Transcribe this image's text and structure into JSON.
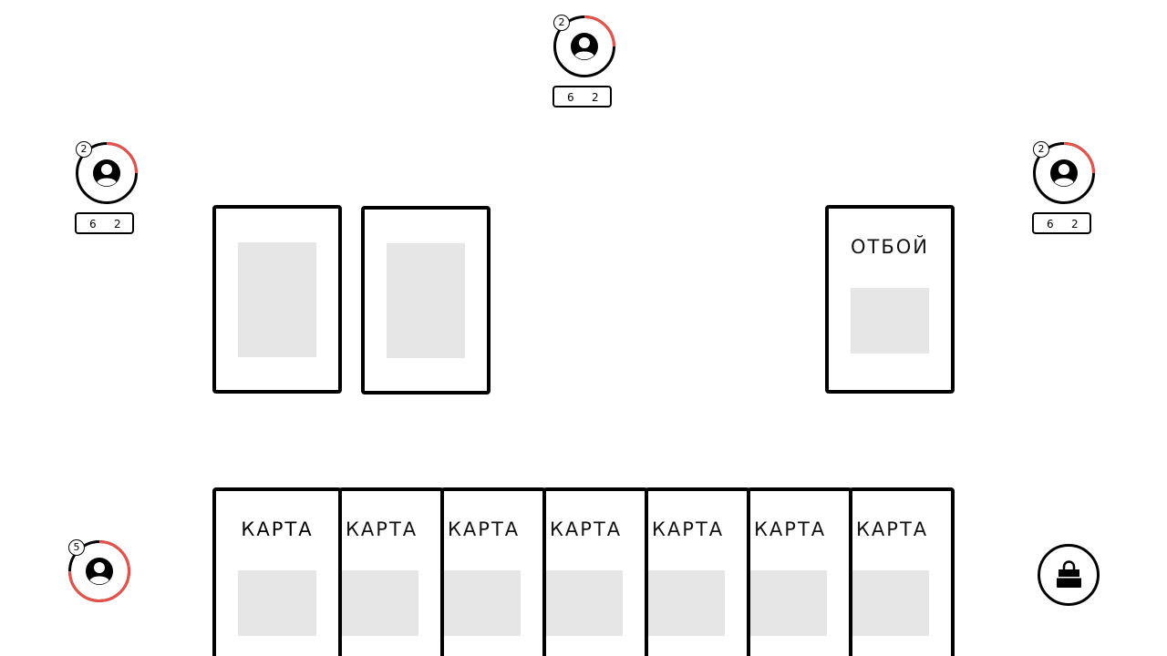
{
  "colors": {
    "timer_active": "#e8524a",
    "ring": "#000000",
    "card_placeholder": "#e6e6e6"
  },
  "players": {
    "top": {
      "badge": "2",
      "score_left": "6",
      "score_right": "2",
      "icon": "user-icon"
    },
    "left": {
      "badge": "2",
      "score_left": "6",
      "score_right": "2",
      "icon": "user-icon"
    },
    "right": {
      "badge": "2",
      "score_left": "6",
      "score_right": "2",
      "icon": "user-icon"
    },
    "self": {
      "badge": "5",
      "icon": "user-icon"
    }
  },
  "table": {
    "discard_label": "ОТБОЙ"
  },
  "hand": {
    "cards": [
      {
        "label": "КАРТА"
      },
      {
        "label": "КАРТА"
      },
      {
        "label": "КАРТА"
      },
      {
        "label": "КАРТА"
      },
      {
        "label": "КАРТА"
      },
      {
        "label": "КАРТА"
      },
      {
        "label": "КАРТА"
      }
    ]
  },
  "shop": {
    "icon": "shopping-bag-icon"
  }
}
